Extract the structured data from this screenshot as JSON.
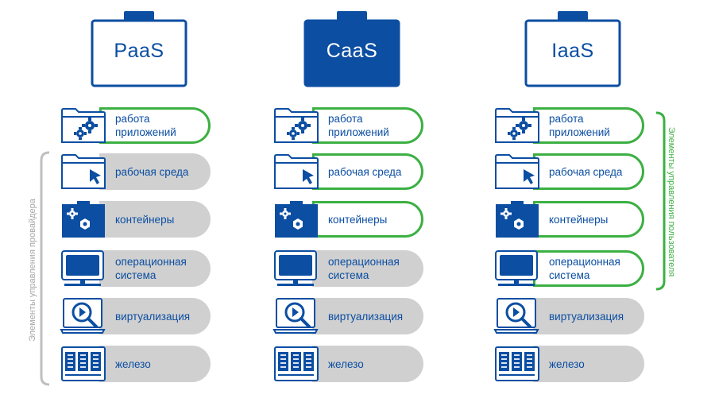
{
  "colors": {
    "blue": "#0b4ea2",
    "green": "#3cb043",
    "gray_pill": "#d0d0d0",
    "gray_bracket": "#bfbfbf"
  },
  "side_labels": {
    "provider": "Элементы управления провайдера",
    "user": "Элементы управления пользователя"
  },
  "layers": [
    {
      "id": "apps",
      "icon": "folder-gear-icon",
      "lines": [
        "работа",
        "приложений"
      ]
    },
    {
      "id": "runtime",
      "icon": "folder-cursor-icon",
      "lines": [
        "рабочая среда",
        ""
      ]
    },
    {
      "id": "containers",
      "icon": "container-gear-icon",
      "lines": [
        "контейнеры",
        ""
      ]
    },
    {
      "id": "os",
      "icon": "monitor-icon",
      "lines": [
        "операционная",
        "система"
      ]
    },
    {
      "id": "virt",
      "icon": "laptop-magnifier-icon",
      "lines": [
        "виртуализация",
        ""
      ]
    },
    {
      "id": "hw",
      "icon": "server-racks-icon",
      "lines": [
        "железо",
        ""
      ]
    }
  ],
  "models": [
    {
      "id": "paas",
      "title": "PaaS",
      "filled": false,
      "user_managed": [
        "apps"
      ]
    },
    {
      "id": "caas",
      "title": "CaaS",
      "filled": true,
      "user_managed": [
        "apps",
        "runtime",
        "containers"
      ]
    },
    {
      "id": "iaas",
      "title": "IaaS",
      "filled": false,
      "user_managed": [
        "apps",
        "runtime",
        "containers",
        "os"
      ]
    }
  ]
}
